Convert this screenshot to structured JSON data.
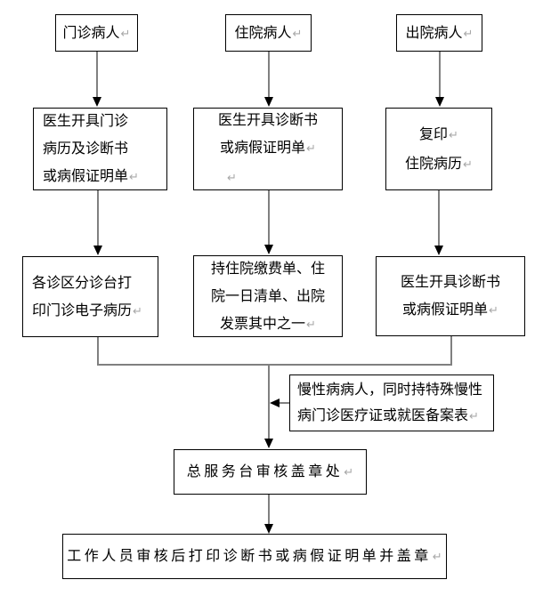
{
  "marks": {
    "return": "↵"
  },
  "colors": {
    "background": "#ffffff",
    "box_border": "#000000",
    "text": "#000000",
    "connector_line": "#808080",
    "arrowhead": "#000000",
    "return_mark": "#a8a8a8"
  },
  "flowchart": {
    "boxes": {
      "outpatient": {
        "lines": [
          "门诊病人"
        ]
      },
      "inpatient": {
        "lines": [
          "住院病人"
        ]
      },
      "discharged": {
        "lines": [
          "出院病人"
        ]
      },
      "outpatient_doctor": {
        "lines": [
          "医生开具门诊",
          "病历及诊断书",
          "或病假证明单"
        ]
      },
      "inpatient_doctor": {
        "lines": [
          "医生开具诊断书",
          "或病假证明单"
        ]
      },
      "copy_record": {
        "lines": [
          "复印",
          "住院病历"
        ]
      },
      "triage_print": {
        "lines": [
          "各诊区分诊台打",
          "印门诊电子病历"
        ]
      },
      "inpatient_slips": {
        "lines": [
          "持住院缴费单、住",
          "院一日清单、出院",
          "发票其中之一"
        ]
      },
      "discharged_doctor": {
        "lines": [
          "医生开具诊断书",
          "或病假证明单"
        ]
      },
      "chronic_note": {
        "lines": [
          "慢性病病人，同时持特殊慢性",
          "病门诊医疗证或就医备案表"
        ]
      },
      "service_desk": {
        "lines": [
          "总服务台审核盖章处"
        ]
      },
      "final_step": {
        "lines": [
          "工作人员审核后打印诊断书或病假证明单并盖章"
        ]
      }
    }
  }
}
